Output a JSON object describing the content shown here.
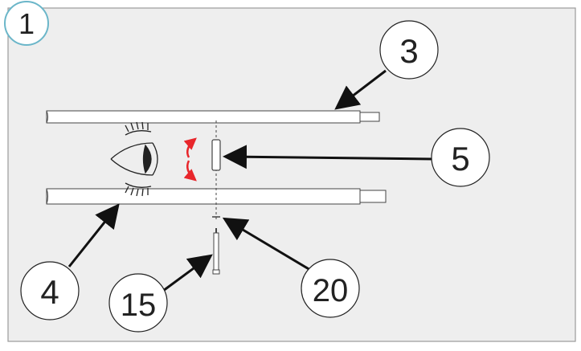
{
  "step_label": "1",
  "callouts": {
    "c3": "3",
    "c4": "4",
    "c5": "5",
    "c15": "15",
    "c20": "20"
  },
  "colors": {
    "panel_bg": "#eeeeee",
    "panel_border": "#9a9a9a",
    "step_circle_border": "#6bb6c9",
    "arrow": "#111111",
    "rotation_arrow": "#e8262b",
    "callout_fill": "#ffffff",
    "callout_stroke": "#222222"
  },
  "icons": {
    "eye": "eye-icon",
    "rotate": "rotate-arrows-icon"
  }
}
